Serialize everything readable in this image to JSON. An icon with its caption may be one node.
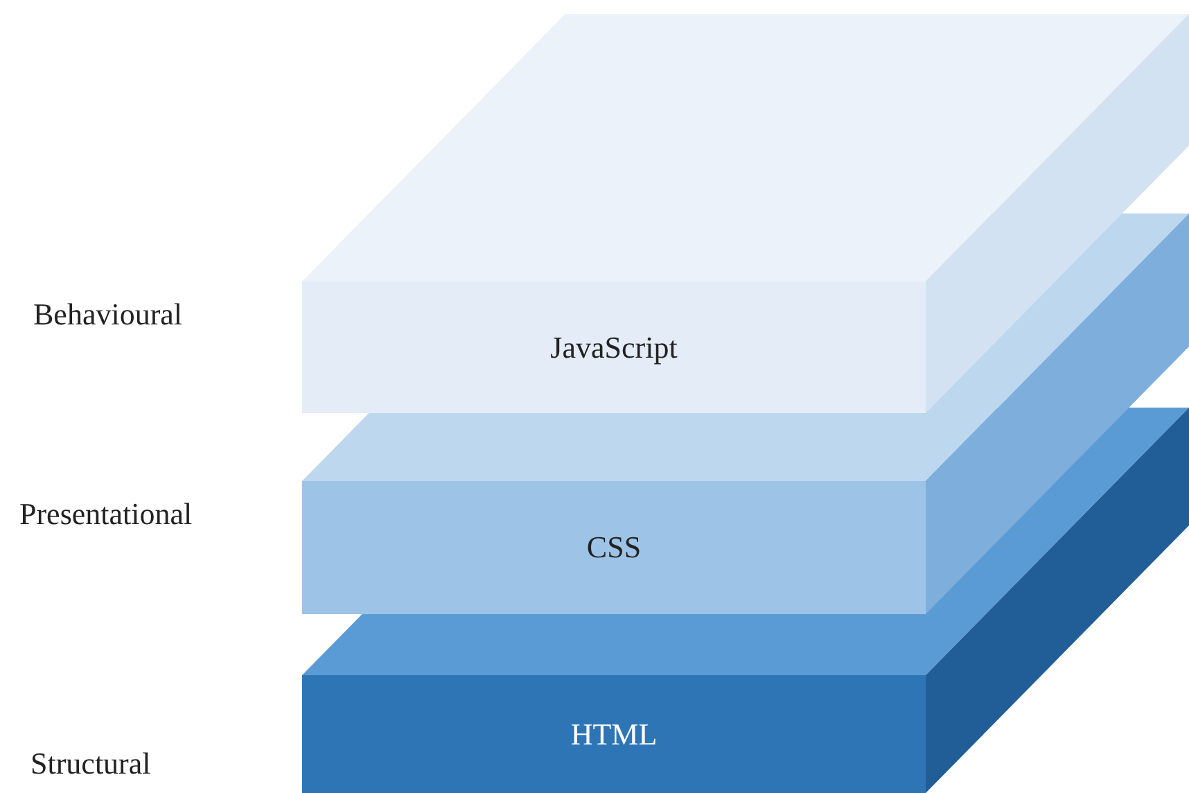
{
  "diagram": {
    "nodes": [
      {
        "text": [
          "JavaScript"
        ]
      },
      {
        "text": [
          "CSS"
        ]
      },
      {
        "text": [
          "HTML"
        ]
      }
    ],
    "labels": [
      "Behavioural",
      "Presentational",
      "Structural"
    ]
  }
}
